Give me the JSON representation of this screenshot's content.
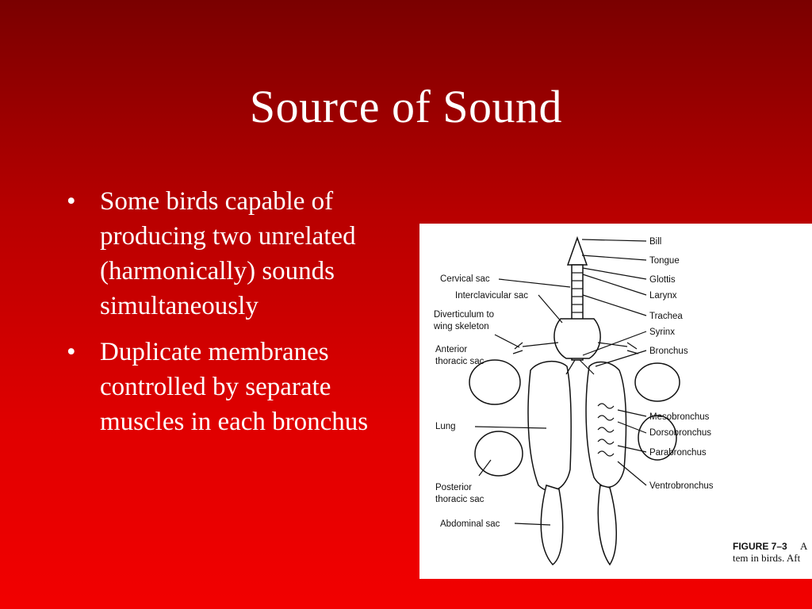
{
  "slide": {
    "title": "Source of Sound",
    "bullets": [
      {
        "marker": "•",
        "text": "Some birds capable of producing two unrelated (harmonically) sounds simultaneously"
      },
      {
        "marker": "•",
        "text": "Duplicate membranes controlled by separate muscles in each bronchus"
      }
    ]
  },
  "figure": {
    "labels_left": [
      "Cervical sac",
      "Interclavicular sac",
      "Diverticulum to",
      "wing skeleton",
      "Anterior",
      "thoracic sac",
      "Lung",
      "Posterior",
      "thoracic sac",
      "Abdominal sac"
    ],
    "labels_right": [
      "Bill",
      "Tongue",
      "Glottis",
      "Larynx",
      "Trachea",
      "Syrinx",
      "Bronchus",
      "Mesobronchus",
      "Dorsobronchus",
      "Parabronchus",
      "Ventrobronchus"
    ],
    "caption_bold": "FIGURE 7–3",
    "caption_line1_rest": "A",
    "caption_line2": "tem in birds.  Aft"
  }
}
